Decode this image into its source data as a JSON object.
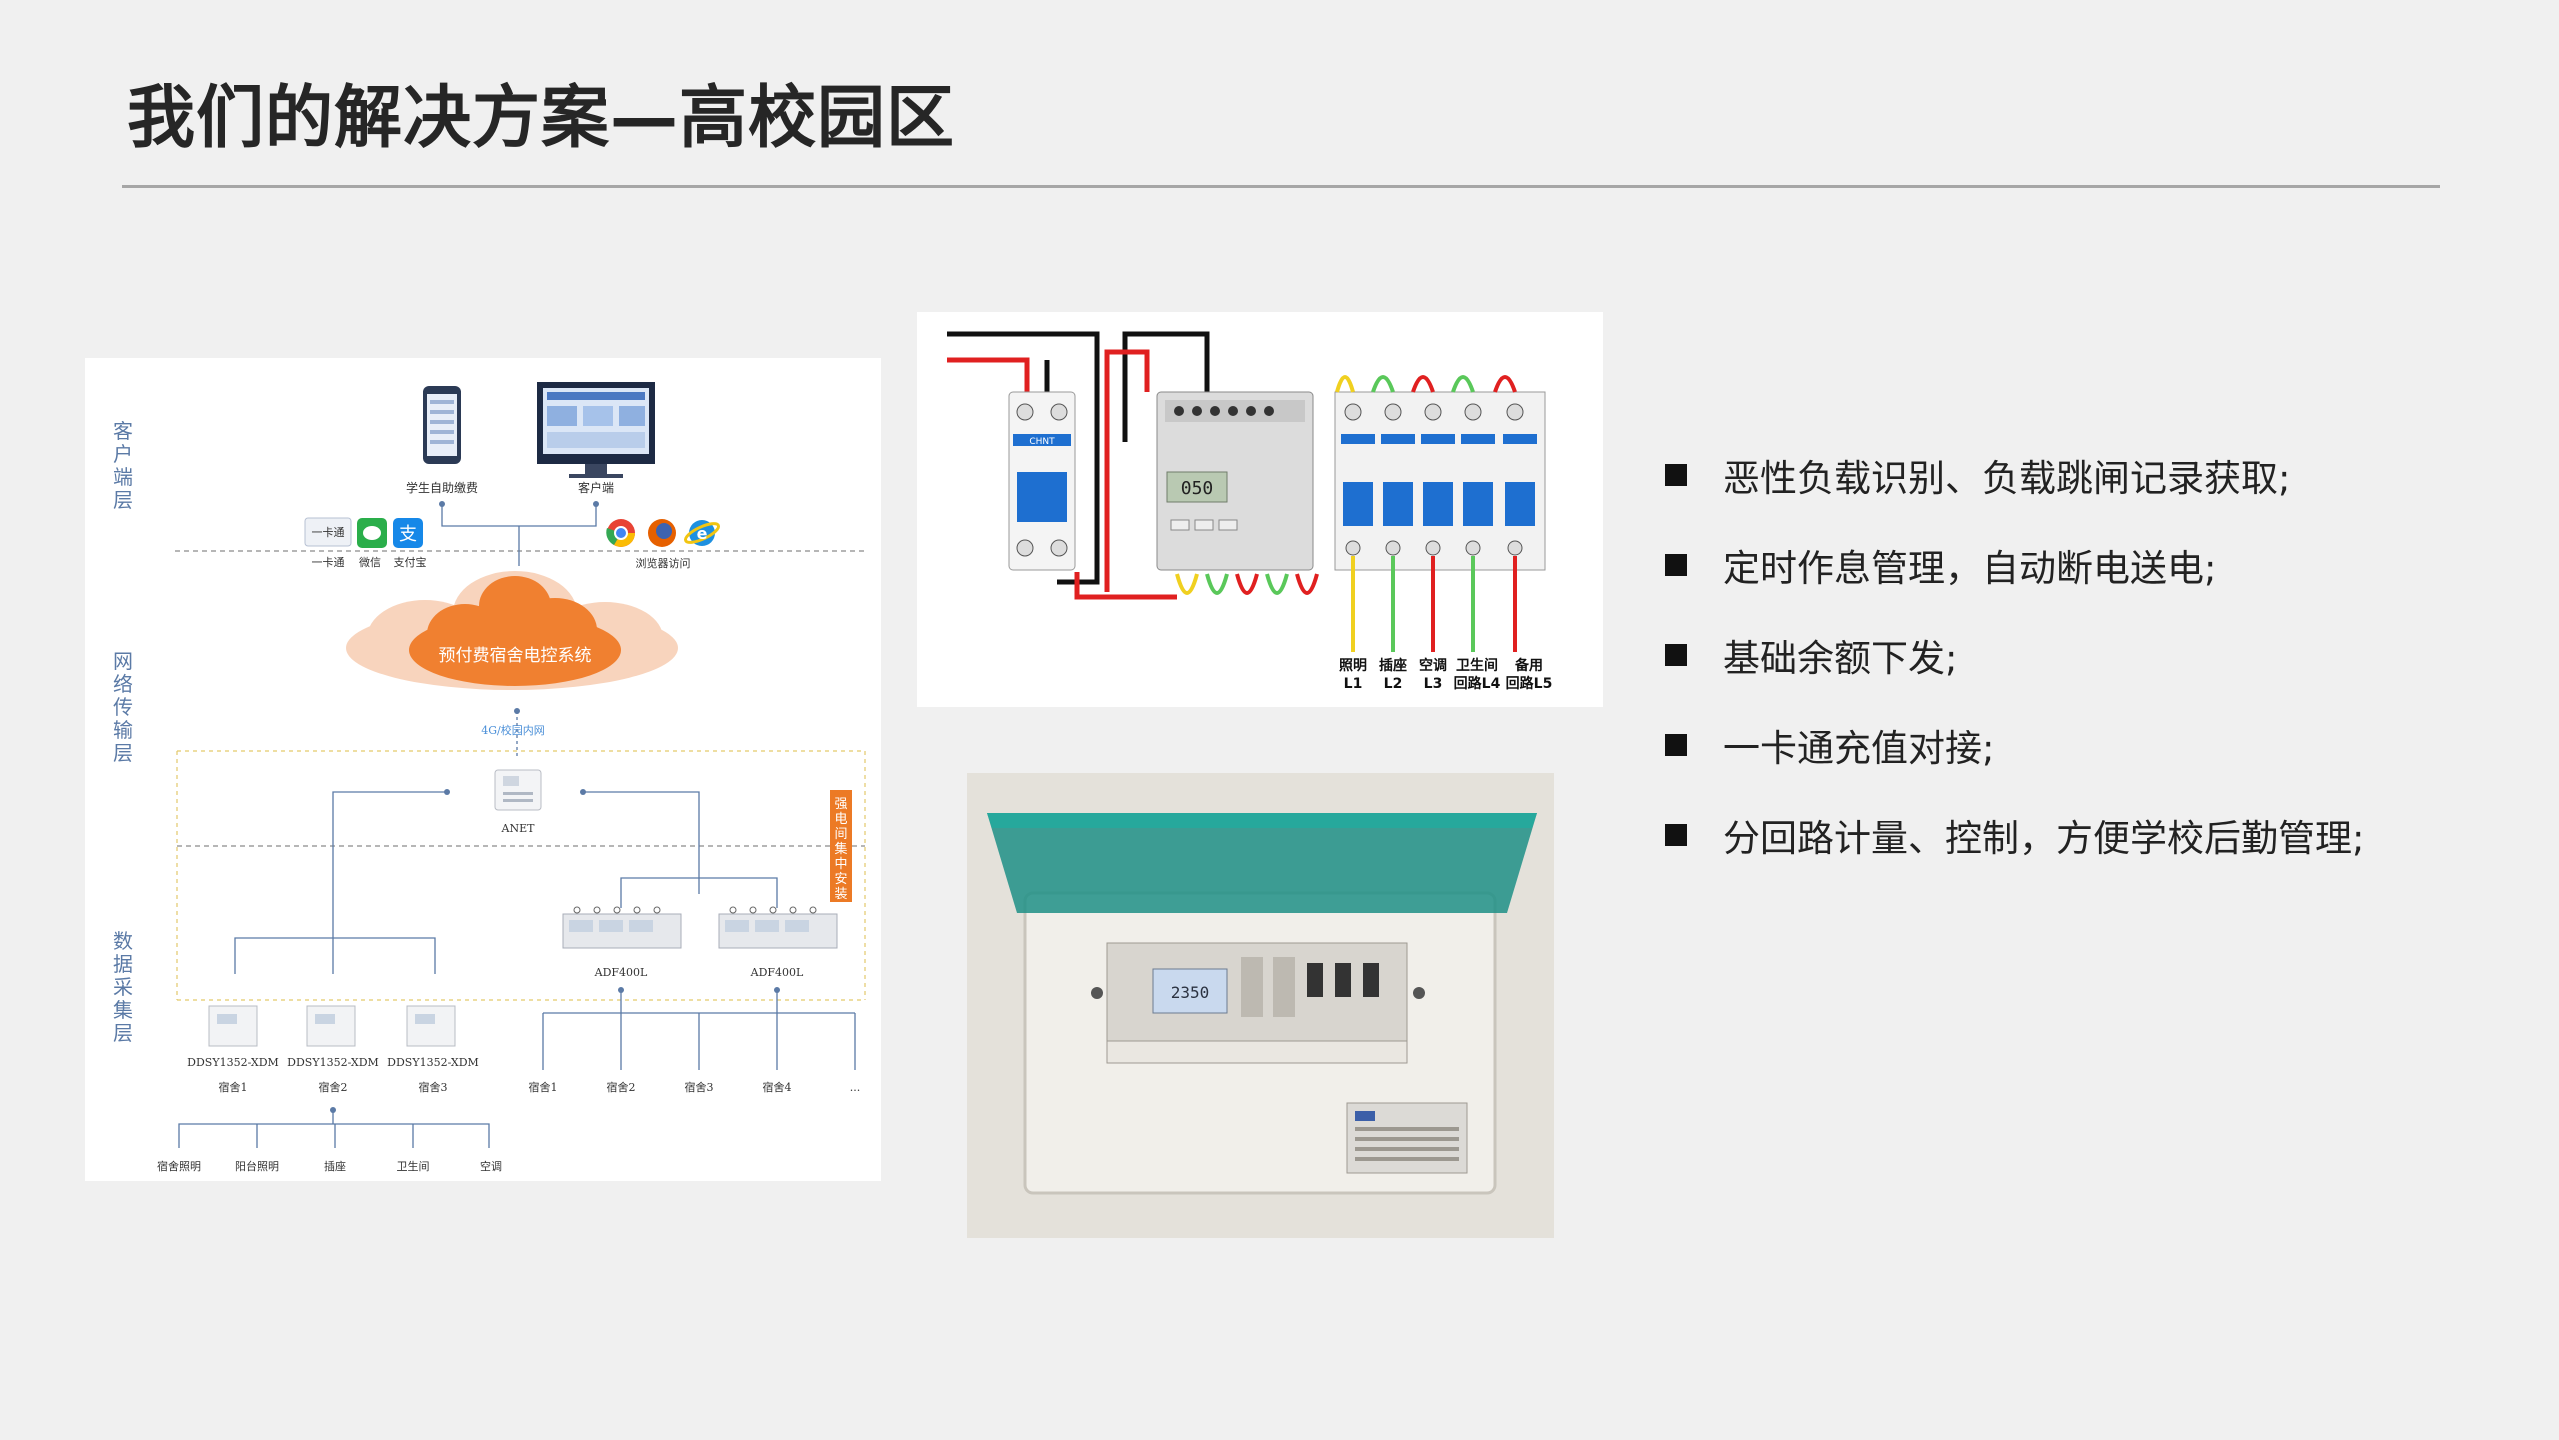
{
  "slide": {
    "title": "我们的解决方案—高校园区"
  },
  "diagram": {
    "layers": {
      "client": "客户端层",
      "network": "网络传输层",
      "data": "数据采集层"
    },
    "client": {
      "mobile_label": "学生自助缴费",
      "desktop_label": "客户端",
      "card_label": "一卡通",
      "card_icon_text": "一卡通",
      "wechat_label": "微信",
      "alipay_label": "支付宝",
      "browser_label": "浏览器访问"
    },
    "cloud_label": "预付费宿舍电控系统",
    "network_label": "4G/校园内网",
    "gateway_label": "ANET",
    "side_note": "强电间集中安装",
    "meters": {
      "adf_1": "ADF400L",
      "adf_2": "ADF400L",
      "ddsy_1": "DDSY1352-XDM",
      "ddsy_2": "DDSY1352-XDM",
      "ddsy_3": "DDSY1352-XDM"
    },
    "dorms_left": [
      "宿舍1",
      "宿舍2",
      "宿舍3"
    ],
    "dorms_right": [
      "宿舍1",
      "宿舍2",
      "宿舍3",
      "宿舍4",
      "..."
    ],
    "circuits": [
      "宿舍照明",
      "阳台照明",
      "插座",
      "卫生间",
      "空调"
    ]
  },
  "wiring": {
    "circuit_labels": [
      {
        "line1": "照明",
        "line2": "L1"
      },
      {
        "line1": "插座",
        "line2": "L2"
      },
      {
        "line1": "空调",
        "line2": "L3"
      },
      {
        "line1": "卫生间",
        "line2": "回路L4"
      },
      {
        "line1": "备用",
        "line2": "回路L5"
      }
    ],
    "meter_display": "050",
    "breaker_brand": "CHNT"
  },
  "panel": {
    "display_value": "2350"
  },
  "bullets": [
    "恶性负载识别、负载跳闸记录获取;",
    "定时作息管理，自动断电送电;",
    "基础余额下发;",
    "一卡通充值对接;",
    "分回路计量、控制，方便学校后勤管理;"
  ],
  "colors": {
    "cloud": "#f08030",
    "accent_blue": "#5b7aa6",
    "breaker_blue": "#1e6fd0",
    "cover_green": "#1f8f86"
  }
}
